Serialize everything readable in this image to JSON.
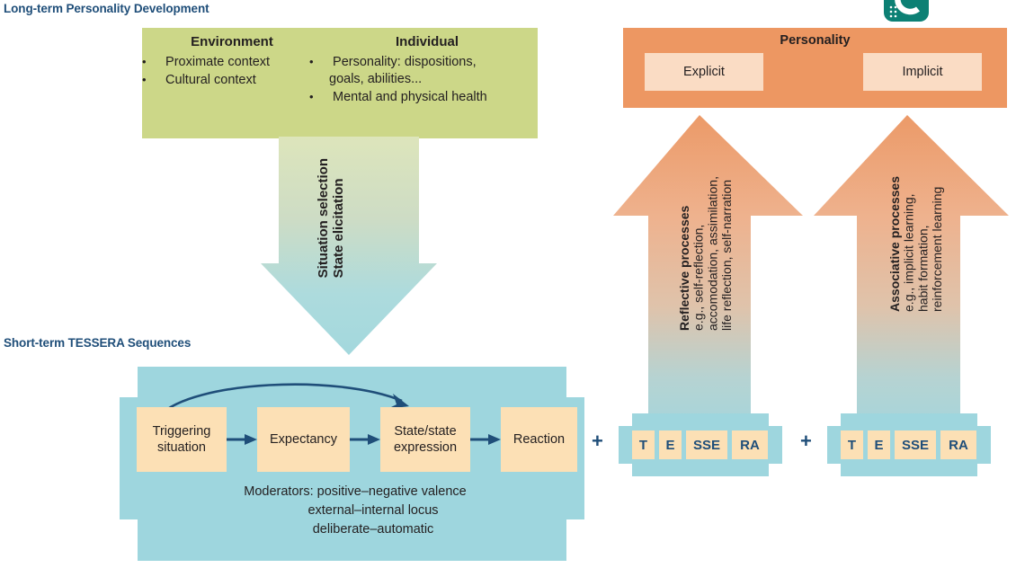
{
  "headings": {
    "long_term": "Long-term Personality Development",
    "short_term": "Short-term TESSERA Sequences"
  },
  "green_box": {
    "columns": [
      {
        "title": "Environment",
        "bullets": [
          {
            "text": "Proximate context",
            "cont": ""
          },
          {
            "text": "Cultural context",
            "cont": ""
          }
        ]
      },
      {
        "title": "Individual",
        "bullets": [
          {
            "text": "Personality: dispositions,",
            "cont": "goals, abilities..."
          },
          {
            "text": "Mental and physical health",
            "cont": ""
          }
        ]
      }
    ]
  },
  "down_arrow": {
    "line1": "Situation selection",
    "line2": "State elicitation"
  },
  "sequence": {
    "boxes": [
      {
        "line1": "Triggering",
        "line2": "situation"
      },
      {
        "line1": "Expectancy",
        "line2": ""
      },
      {
        "line1": "State/state",
        "line2": "expression"
      },
      {
        "line1": "Reaction",
        "line2": ""
      }
    ],
    "moderators": {
      "line1": "Moderators: positive–negative valence",
      "line2": "external–internal locus",
      "line3": "deliberate–automatic"
    }
  },
  "personality": {
    "title": "Personality",
    "explicit": "Explicit",
    "implicit": "Implicit"
  },
  "up_arrows": [
    {
      "bold": "Reflective processes",
      "line1": "e.g., self-reflection,",
      "line2": "accomodation, assimilation,",
      "line3": "life reflection, self-narration"
    },
    {
      "bold": "Associative processes",
      "line1": "e.g., implicit learning,",
      "line2": "habit formation,",
      "line3": "reinforcement learning"
    }
  ],
  "tessera_blocks": [
    {
      "plus": "+",
      "cells": [
        "T",
        "E",
        "SSE",
        "RA"
      ]
    },
    {
      "plus": "+",
      "cells": [
        "T",
        "E",
        "SSE",
        "RA"
      ]
    }
  ],
  "colors": {
    "heading_blue": "#1f4e79",
    "green": "#ccd788",
    "blue": "#9ed6de",
    "orange": "#ed9762",
    "orange_light": "#fadcc4",
    "peach": "#fce0b5",
    "arrow_navy": "#1f4e79",
    "logo_teal": "#0c8074"
  }
}
